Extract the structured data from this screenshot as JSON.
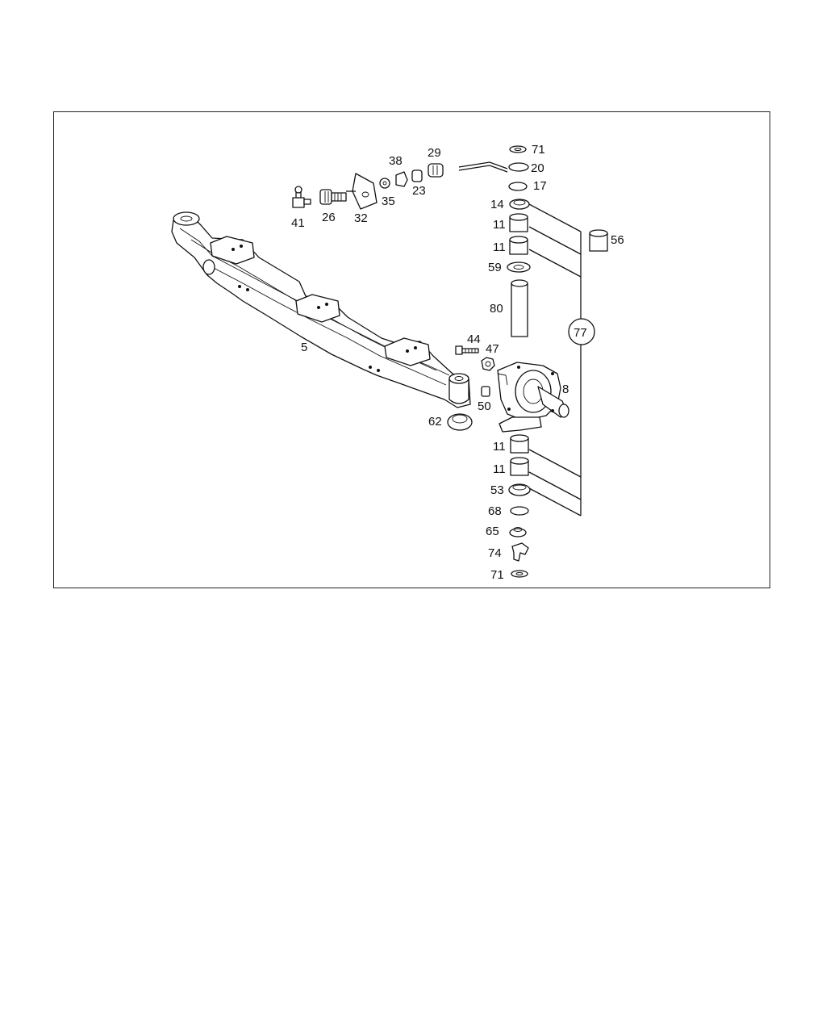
{
  "callouts": {
    "p71_top": "71",
    "p20": "20",
    "p17": "17",
    "p14": "14",
    "p11_a": "11",
    "p11_b": "11",
    "p59": "59",
    "p80": "80",
    "p56": "56",
    "p77": "77",
    "p38": "38",
    "p29": "29",
    "p23": "23",
    "p35": "35",
    "p41": "41",
    "p26": "26",
    "p32": "32",
    "p5": "5",
    "p44": "44",
    "p47": "47",
    "p8": "8",
    "p50": "50",
    "p62": "62",
    "p11_c": "11",
    "p11_d": "11",
    "p53": "53",
    "p68": "68",
    "p65": "65",
    "p74": "74",
    "p71_bottom": "71"
  }
}
